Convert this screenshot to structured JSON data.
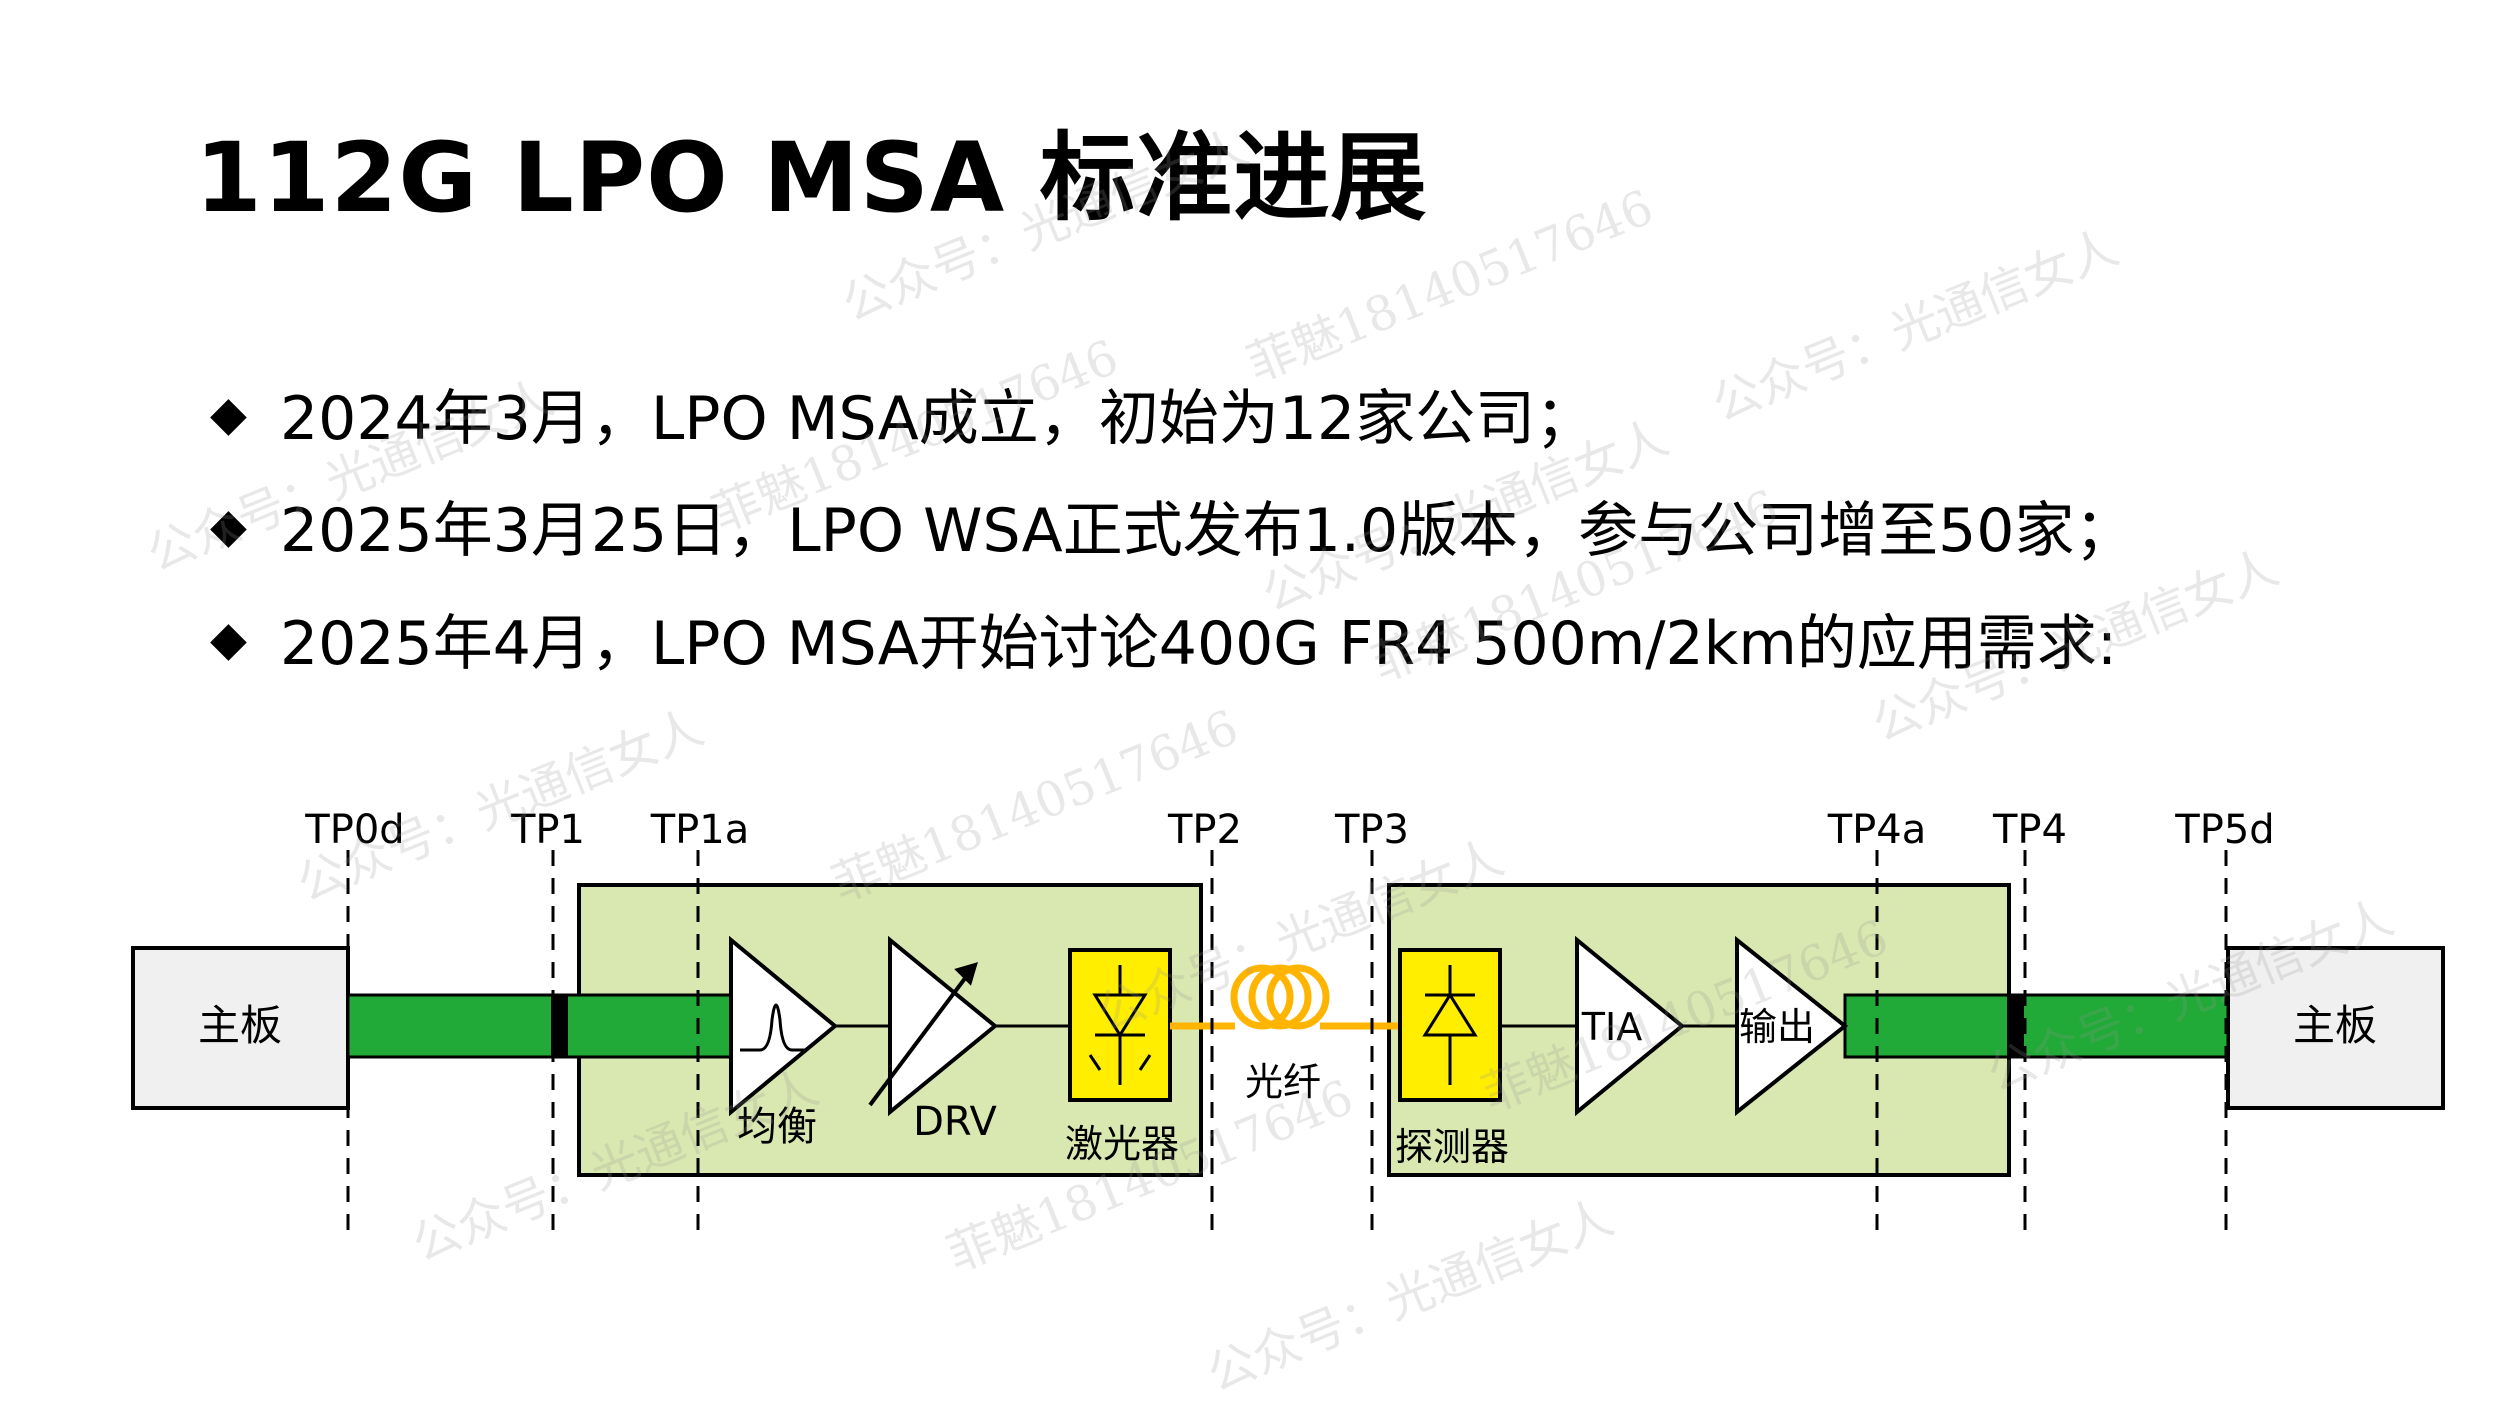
{
  "title": "112G LPO MSA 标准进展",
  "bullets": [
    "2024年3月，LPO MSA成立，初始为12家公司；",
    "2025年3月25日，LPO WSA正式发布1.0版本，参与公司增至50家；",
    "2025年4月，LPO MSA开始讨论400G FR4 500m/2km的应用需求:"
  ],
  "bullet_marker": "◆",
  "diagram": {
    "test_points": [
      "TP0d",
      "TP1",
      "TP1a",
      "TP2",
      "TP3",
      "TP4a",
      "TP4",
      "TP5d"
    ],
    "host_left": "主板",
    "host_right": "主板",
    "tx": {
      "eq": "均衡",
      "drv": "DRV",
      "laser": "激光器"
    },
    "fiber": "光纤",
    "rx": {
      "detector": "探测器",
      "tia": "TIA",
      "output": "输出"
    },
    "colors": {
      "module_fill": "#d9e8b0",
      "trace_green": "#22aa38",
      "laser_yellow": "#ffee00",
      "fiber_orange": "#ffb400",
      "host_fill": "#f0f0f0"
    }
  },
  "watermarks": [
    "公众号：光通信女人",
    "菲魅18140517646"
  ]
}
